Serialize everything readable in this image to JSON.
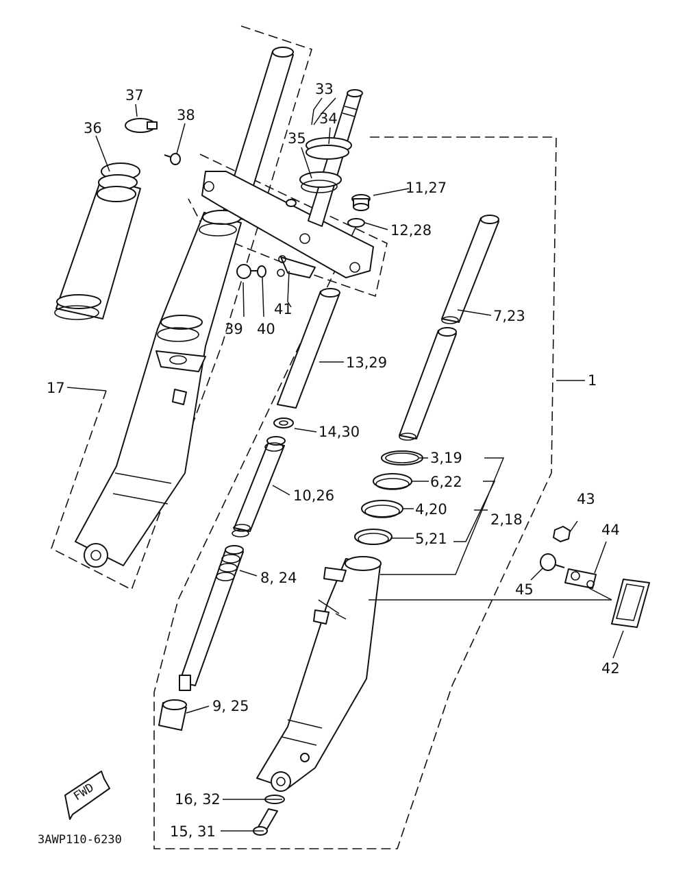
{
  "drawing_code": "3AWP110-6230",
  "fwd_label": "FWD",
  "callouts": [
    {
      "id": "c1",
      "text": "1"
    },
    {
      "id": "c2",
      "text": "2,18"
    },
    {
      "id": "c3",
      "text": "3,19"
    },
    {
      "id": "c4",
      "text": "4,20"
    },
    {
      "id": "c5",
      "text": "5,21"
    },
    {
      "id": "c6",
      "text": "6,22"
    },
    {
      "id": "c7",
      "text": "7,23"
    },
    {
      "id": "c8",
      "text": "8, 24"
    },
    {
      "id": "c9",
      "text": "9, 25"
    },
    {
      "id": "c10",
      "text": "10,26"
    },
    {
      "id": "c11",
      "text": "11,27"
    },
    {
      "id": "c12",
      "text": "12,28"
    },
    {
      "id": "c13",
      "text": "13,29"
    },
    {
      "id": "c14",
      "text": "14,30"
    },
    {
      "id": "c15",
      "text": "15, 31"
    },
    {
      "id": "c16",
      "text": "16, 32"
    },
    {
      "id": "c17",
      "text": "17"
    },
    {
      "id": "c33",
      "text": "33"
    },
    {
      "id": "c34",
      "text": "34"
    },
    {
      "id": "c35",
      "text": "35"
    },
    {
      "id": "c36",
      "text": "36"
    },
    {
      "id": "c37",
      "text": "37"
    },
    {
      "id": "c38",
      "text": "38"
    },
    {
      "id": "c39",
      "text": "39"
    },
    {
      "id": "c40",
      "text": "40"
    },
    {
      "id": "c41",
      "text": "41"
    },
    {
      "id": "c42",
      "text": "42"
    },
    {
      "id": "c43",
      "text": "43"
    },
    {
      "id": "c44",
      "text": "44"
    },
    {
      "id": "c45",
      "text": "45"
    }
  ]
}
